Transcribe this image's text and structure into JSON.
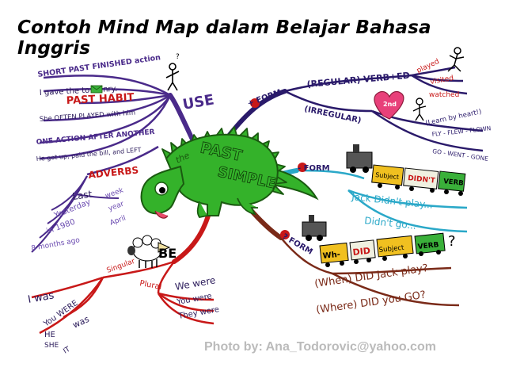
{
  "title": "Contoh Mind Map dalam Belajar Bahasa Inggris",
  "center": {
    "word_the": "the",
    "word_past": "PAST",
    "word_simple": "SIMPLE"
  },
  "branches": {
    "use": {
      "label": "USE",
      "items": {
        "short_past": "SHORT PAST FINISHED action",
        "gave": "I gave the  to Henry.",
        "past_habit": "PAST HABIT",
        "played": "She OFTEN PLAYED with him",
        "one_action": "ONE ACTION AFTER ANOTHER",
        "got_up": "He got up, paid the bill, and LEFT",
        "adverbs": "ADVERBS",
        "last": "Last",
        "week_year_april": [
          "week",
          "year",
          "April"
        ],
        "yesterday": "Yesterday",
        "in_1980": "in 1980",
        "months_ago": "8 months ago"
      }
    },
    "form_positive": {
      "label": "+ FORM",
      "regular": "(REGULAR) VERB+ED",
      "regular_examples": [
        "played",
        "visited",
        "watched"
      ],
      "irregular": "(IRREGULAR)",
      "heart_label": "2nd",
      "learn": "(Learn by heart!)",
      "irregular_examples": [
        "FLY - FLEW - FLOWN",
        "GO - WENT - GONE"
      ]
    },
    "form_negative": {
      "label": "- FORM",
      "wagons": [
        "Subject",
        "DIDN'T",
        "VERB"
      ],
      "examples": [
        "Jack Didn't play...",
        "Didn't go..."
      ]
    },
    "form_question": {
      "label": "? FORM",
      "wagons": [
        "Wh-",
        "DID",
        "Subject",
        "VERB"
      ],
      "mark": "?",
      "examples": [
        "(When) DID Jack play?",
        "(Where) DID you GO?"
      ]
    },
    "be": {
      "label": "BE",
      "singular": {
        "label": "Singular",
        "was": "I was",
        "were": "You WERE",
        "he": "HE",
        "she": "SHE",
        "it": "IT",
        "was2": "was"
      },
      "plural": {
        "label": "Plural",
        "items": [
          "We were",
          "You were",
          "They were"
        ]
      }
    }
  },
  "credit": "Photo by: Ana_Todorovic@yahoo.com",
  "colors": {
    "use": "#4a2a8a",
    "form_positive": "#2a1a6a",
    "form_negative": "#2aa8c8",
    "form_question": "#7a2a18",
    "be": "#c81818",
    "dino": "#34b22a",
    "dino_dark": "#1a5a10"
  }
}
